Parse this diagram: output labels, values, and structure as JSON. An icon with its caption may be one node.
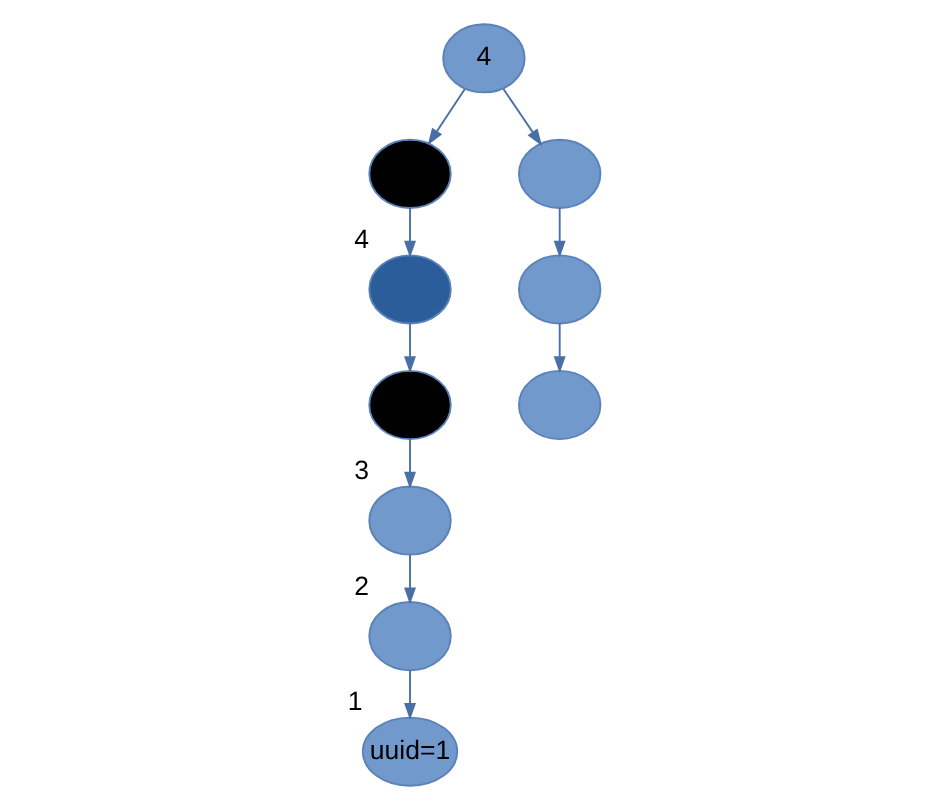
{
  "diagram": {
    "nodes": [
      {
        "text": [
          "4"
        ]
      },
      {
        "text": [],
        "shape": "circle"
      },
      {
        "text": [],
        "shape": "circle"
      },
      {
        "text": [],
        "shape": "circle",
        "beside": [
          "4"
        ]
      },
      {
        "text": [],
        "shape": "circle"
      },
      {
        "text": [],
        "shape": "circle"
      },
      {
        "text": [],
        "shape": "circle"
      },
      {
        "text": [],
        "shape": "circle",
        "beside": [
          "3"
        ]
      },
      {
        "text": [],
        "shape": "circle",
        "beside": [
          "2"
        ]
      },
      {
        "text": [
          "uuid=1"
        ],
        "beside": [
          "1"
        ]
      }
    ],
    "edges": [
      {
        "from": 0,
        "to": 1,
        "arrow": "to"
      },
      {
        "from": 0,
        "to": 2,
        "arrow": "to"
      },
      {
        "from": 1,
        "to": 3,
        "arrow": "to"
      },
      {
        "from": 2,
        "to": 4,
        "arrow": "to"
      },
      {
        "from": 4,
        "to": 5,
        "arrow": "to"
      },
      {
        "from": 3,
        "to": 6,
        "arrow": "to"
      },
      {
        "from": 6,
        "to": 7,
        "arrow": "to"
      },
      {
        "from": 7,
        "to": 8,
        "arrow": "to"
      },
      {
        "from": 8,
        "to": 9,
        "arrow": "to"
      }
    ]
  }
}
